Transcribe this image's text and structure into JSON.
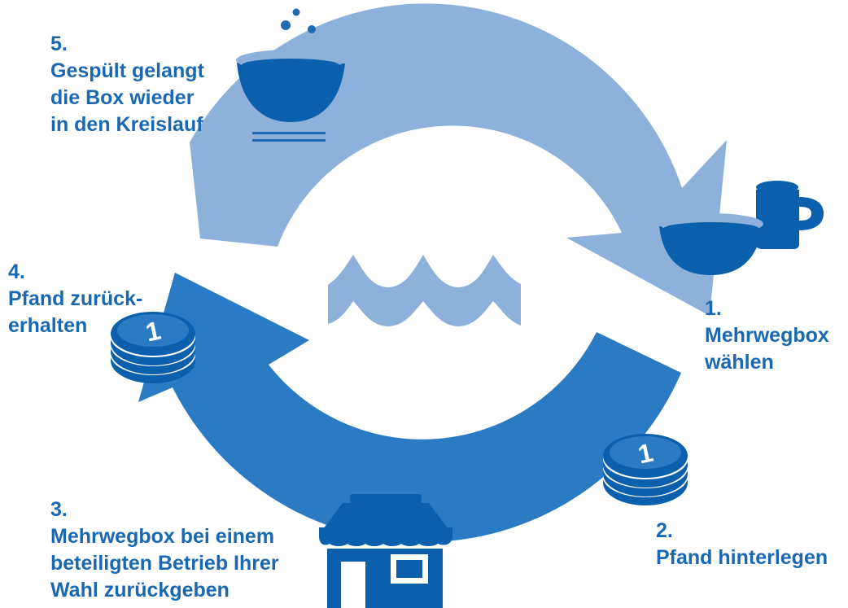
{
  "colors": {
    "text": "#1a68b2",
    "arrow_light": "#8db1da",
    "arrow_dark": "#2a7bc4",
    "icon_dark": "#0b60ad",
    "icon_light": "#8db1da",
    "background": "#ffffff"
  },
  "steps": [
    {
      "id": "step-1",
      "number": "1.",
      "lines": [
        "Mehrwegbox",
        "wählen"
      ],
      "icon": "bowl-and-cup-icon"
    },
    {
      "id": "step-2",
      "number": "2.",
      "lines": [
        "Pfand hinterlegen"
      ],
      "icon": "coin-stack-icon"
    },
    {
      "id": "step-3",
      "number": "3.",
      "lines": [
        "Mehrwegbox bei einem",
        "beteiligten Betrieb Ihrer",
        "Wahl zurückgeben"
      ],
      "icon": "shop-icon"
    },
    {
      "id": "step-4",
      "number": "4.",
      "lines": [
        "Pfand zurück-",
        "erhalten"
      ],
      "icon": "coin-stack-icon"
    },
    {
      "id": "step-5",
      "number": "5.",
      "lines": [
        "Gespült gelangt",
        "die Box wieder",
        "in den Kreislauf"
      ],
      "icon": "washing-bowl-icon"
    }
  ],
  "coin_label": "1",
  "center_icon": "water-waves-icon"
}
